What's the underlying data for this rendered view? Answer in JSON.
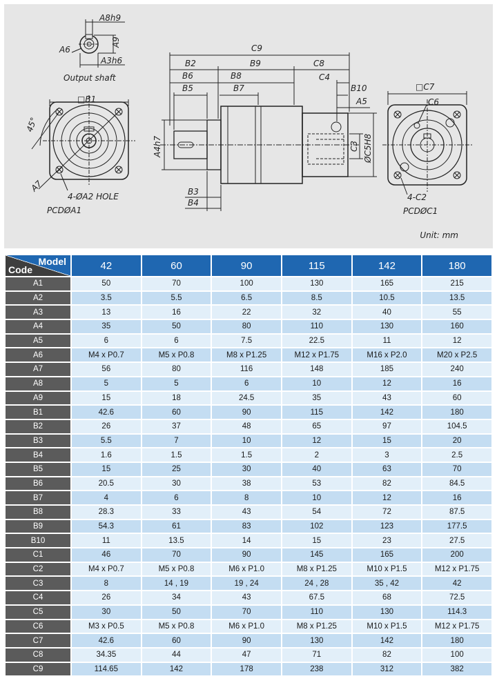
{
  "drawing": {
    "shaft_caption": "Output shaft",
    "unit_label": "Unit: mm",
    "labels": {
      "a8h9": "A8h9",
      "a9": "A9",
      "a6": "A6",
      "a3h6": "A3h6",
      "b1": "□B1",
      "angle45": "45°",
      "a7": "A7",
      "hole": "4-ØA2 HOLE",
      "pcd_a1": "PCDØA1",
      "c9": "C9",
      "b2": "B2",
      "b9": "B9",
      "c8": "C8",
      "b6": "B6",
      "b8": "B8",
      "c4": "C4",
      "b5": "B5",
      "b7": "B7",
      "b10": "B10",
      "a5": "A5",
      "a4h7": "A4h7",
      "c3": "C3",
      "c5h8": "ØC5H8",
      "b3": "B3",
      "b4": "B4",
      "c7": "□C7",
      "c6": "C6",
      "c2": "4-C2",
      "pcd_c1": "PCDØC1"
    }
  },
  "table": {
    "header_model": "Model",
    "header_code": "Code",
    "models": [
      "42",
      "60",
      "90",
      "115",
      "142",
      "180"
    ],
    "rows": [
      {
        "code": "A1",
        "values": [
          "50",
          "70",
          "100",
          "130",
          "165",
          "215"
        ]
      },
      {
        "code": "A2",
        "values": [
          "3.5",
          "5.5",
          "6.5",
          "8.5",
          "10.5",
          "13.5"
        ]
      },
      {
        "code": "A3",
        "values": [
          "13",
          "16",
          "22",
          "32",
          "40",
          "55"
        ]
      },
      {
        "code": "A4",
        "values": [
          "35",
          "50",
          "80",
          "110",
          "130",
          "160"
        ]
      },
      {
        "code": "A5",
        "values": [
          "6",
          "6",
          "7.5",
          "22.5",
          "11",
          "12"
        ]
      },
      {
        "code": "A6",
        "values": [
          "M4 x P0.7",
          "M5 x P0.8",
          "M8 x P1.25",
          "M12 x P1.75",
          "M16 x P2.0",
          "M20 x P2.5"
        ]
      },
      {
        "code": "A7",
        "values": [
          "56",
          "80",
          "116",
          "148",
          "185",
          "240"
        ]
      },
      {
        "code": "A8",
        "values": [
          "5",
          "5",
          "6",
          "10",
          "12",
          "16"
        ]
      },
      {
        "code": "A9",
        "values": [
          "15",
          "18",
          "24.5",
          "35",
          "43",
          "60"
        ]
      },
      {
        "code": "B1",
        "values": [
          "42.6",
          "60",
          "90",
          "115",
          "142",
          "180"
        ]
      },
      {
        "code": "B2",
        "values": [
          "26",
          "37",
          "48",
          "65",
          "97",
          "104.5"
        ]
      },
      {
        "code": "B3",
        "values": [
          "5.5",
          "7",
          "10",
          "12",
          "15",
          "20"
        ]
      },
      {
        "code": "B4",
        "values": [
          "1.6",
          "1.5",
          "1.5",
          "2",
          "3",
          "2.5"
        ]
      },
      {
        "code": "B5",
        "values": [
          "15",
          "25",
          "30",
          "40",
          "63",
          "70"
        ]
      },
      {
        "code": "B6",
        "values": [
          "20.5",
          "30",
          "38",
          "53",
          "82",
          "84.5"
        ]
      },
      {
        "code": "B7",
        "values": [
          "4",
          "6",
          "8",
          "10",
          "12",
          "16"
        ]
      },
      {
        "code": "B8",
        "values": [
          "28.3",
          "33",
          "43",
          "54",
          "72",
          "87.5"
        ]
      },
      {
        "code": "B9",
        "values": [
          "54.3",
          "61",
          "83",
          "102",
          "123",
          "177.5"
        ]
      },
      {
        "code": "B10",
        "values": [
          "11",
          "13.5",
          "14",
          "15",
          "23",
          "27.5"
        ]
      },
      {
        "code": "C1",
        "values": [
          "46",
          "70",
          "90",
          "145",
          "165",
          "200"
        ]
      },
      {
        "code": "C2",
        "values": [
          "M4 x P0.7",
          "M5 x P0.8",
          "M6 x P1.0",
          "M8 x P1.25",
          "M10 x P1.5",
          "M12 x P1.75"
        ]
      },
      {
        "code": "C3",
        "values": [
          "8",
          "14 , 19",
          "19 , 24",
          "24 , 28",
          "35 , 42",
          "42"
        ]
      },
      {
        "code": "C4",
        "values": [
          "26",
          "34",
          "43",
          "67.5",
          "68",
          "72.5"
        ]
      },
      {
        "code": "C5",
        "values": [
          "30",
          "50",
          "70",
          "110",
          "130",
          "114.3"
        ]
      },
      {
        "code": "C6",
        "values": [
          "M3 x P0.5",
          "M5 x P0.8",
          "M6 x P1.0",
          "M8 x P1.25",
          "M10 x P1.5",
          "M12 x P1.75"
        ]
      },
      {
        "code": "C7",
        "values": [
          "42.6",
          "60",
          "90",
          "130",
          "142",
          "180"
        ]
      },
      {
        "code": "C8",
        "values": [
          "34.35",
          "44",
          "47",
          "71",
          "82",
          "100"
        ]
      },
      {
        "code": "C9",
        "values": [
          "114.65",
          "142",
          "178",
          "238",
          "312",
          "382"
        ]
      }
    ]
  }
}
